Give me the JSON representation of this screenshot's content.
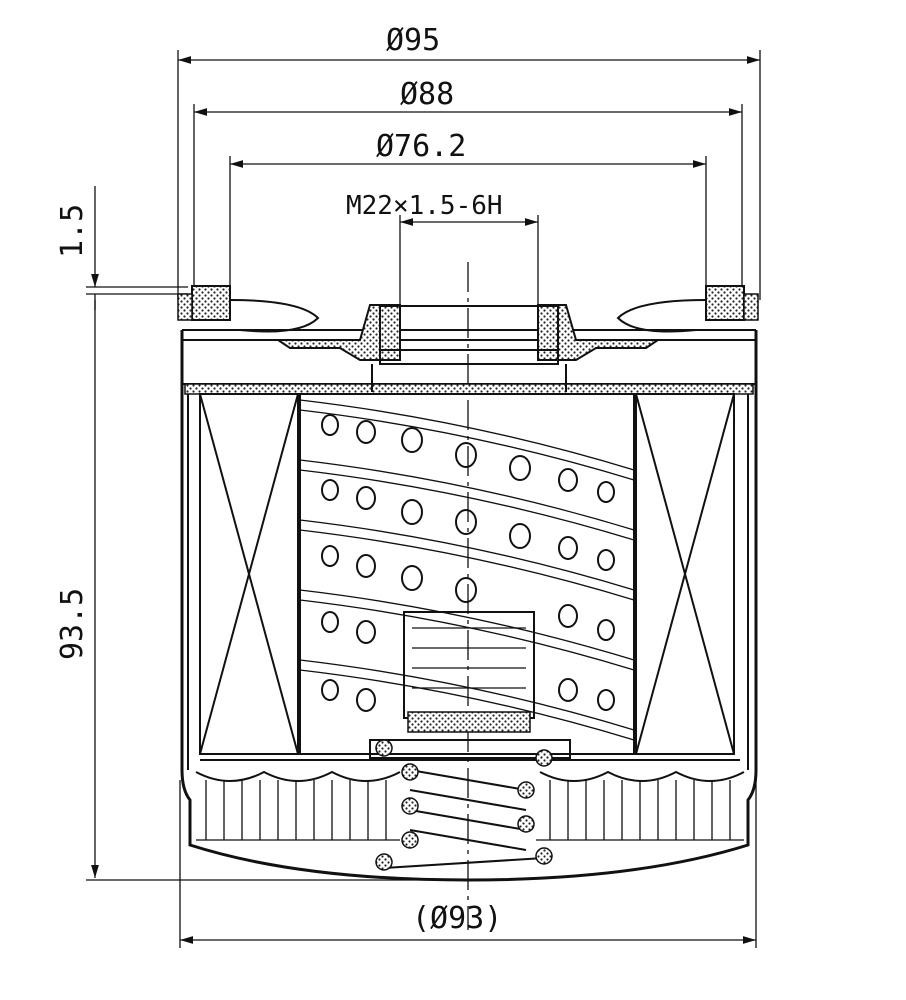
{
  "dimensions": {
    "outer_diameter": "Ø95",
    "gasket_outer": "Ø88",
    "gasket_inner": "Ø76.2",
    "thread": "M22×1.5-6H",
    "gasket_thickness": "1.5",
    "height": "93.5",
    "body_diameter": "(Ø93)"
  }
}
